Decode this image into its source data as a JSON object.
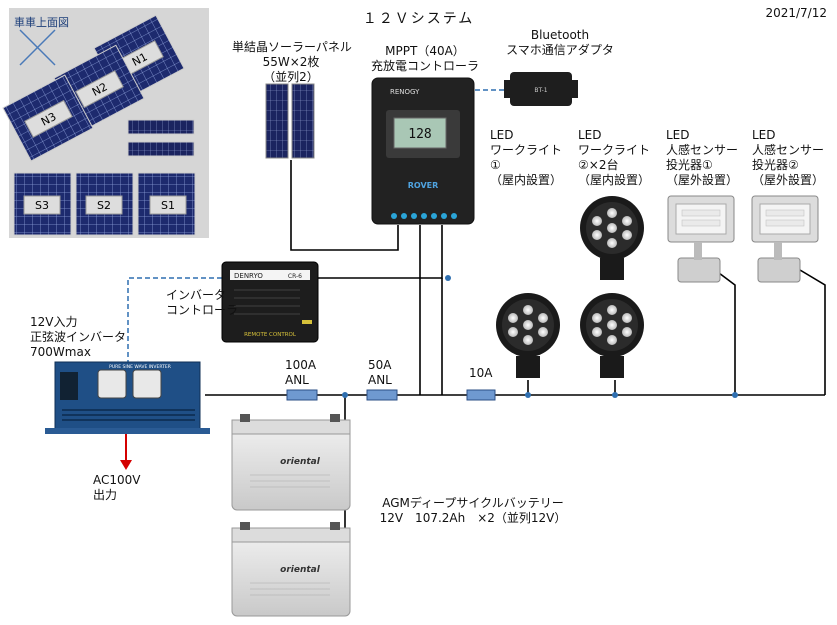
{
  "title": "１２Ｖシステム",
  "date": "2021/7/12",
  "roof_view": {
    "label": "車車上面図",
    "panels_north": [
      "N1",
      "N2",
      "N3"
    ],
    "panels_south": [
      "S1",
      "S2",
      "S3"
    ]
  },
  "solar_panel": {
    "label": "単結晶ソーラーパネル\n55W×2枚\n（並列2）"
  },
  "mppt": {
    "label": "MPPT（40A）\n充放電コントローラ",
    "brand": "RENOGY",
    "model": "ROVER",
    "display_value": "128"
  },
  "bluetooth": {
    "label": "Bluetooth\nスマホ通信アダプタ",
    "device_text": "BT-1"
  },
  "inverter_controller": {
    "label": "インバータ\nコントローラ",
    "brand": "DENRYO",
    "model": "CR-6",
    "footer": "REMOTE CONTROL"
  },
  "inverter": {
    "label": "12V入力\n正弦波インバータ\n700Wmax",
    "panel_text": "PURE SINE WAVE INVERTER"
  },
  "ac_output": {
    "label": "AC100V\n出力"
  },
  "fuses": {
    "fuse_100a": "100A\nANL",
    "fuse_50a": "50A\nANL",
    "fuse_10a": "10A"
  },
  "battery": {
    "label": "AGMディープサイクルバッテリー\n12V　107.2Ah　×2（並列12V）",
    "brand": "oriental"
  },
  "lights": [
    {
      "label": "LED\nワークライト\n①\n（屋内設置）"
    },
    {
      "label": "LED\nワークライト\n②×2台\n（屋内設置）"
    },
    {
      "label": "LED\n人感センサー\n投光器①\n（屋外設置）"
    },
    {
      "label": "LED\n人感センサー\n投光器②\n（屋外設置）"
    }
  ],
  "colors": {
    "wire": "#000000",
    "data_link": "#2f6fb0",
    "ac_out": "#d40000",
    "panel_blue": "#1d2a6e",
    "roof_bg": "#d6d6d6",
    "controller_body": "#222222",
    "inverter_body": "#1f4f86"
  }
}
